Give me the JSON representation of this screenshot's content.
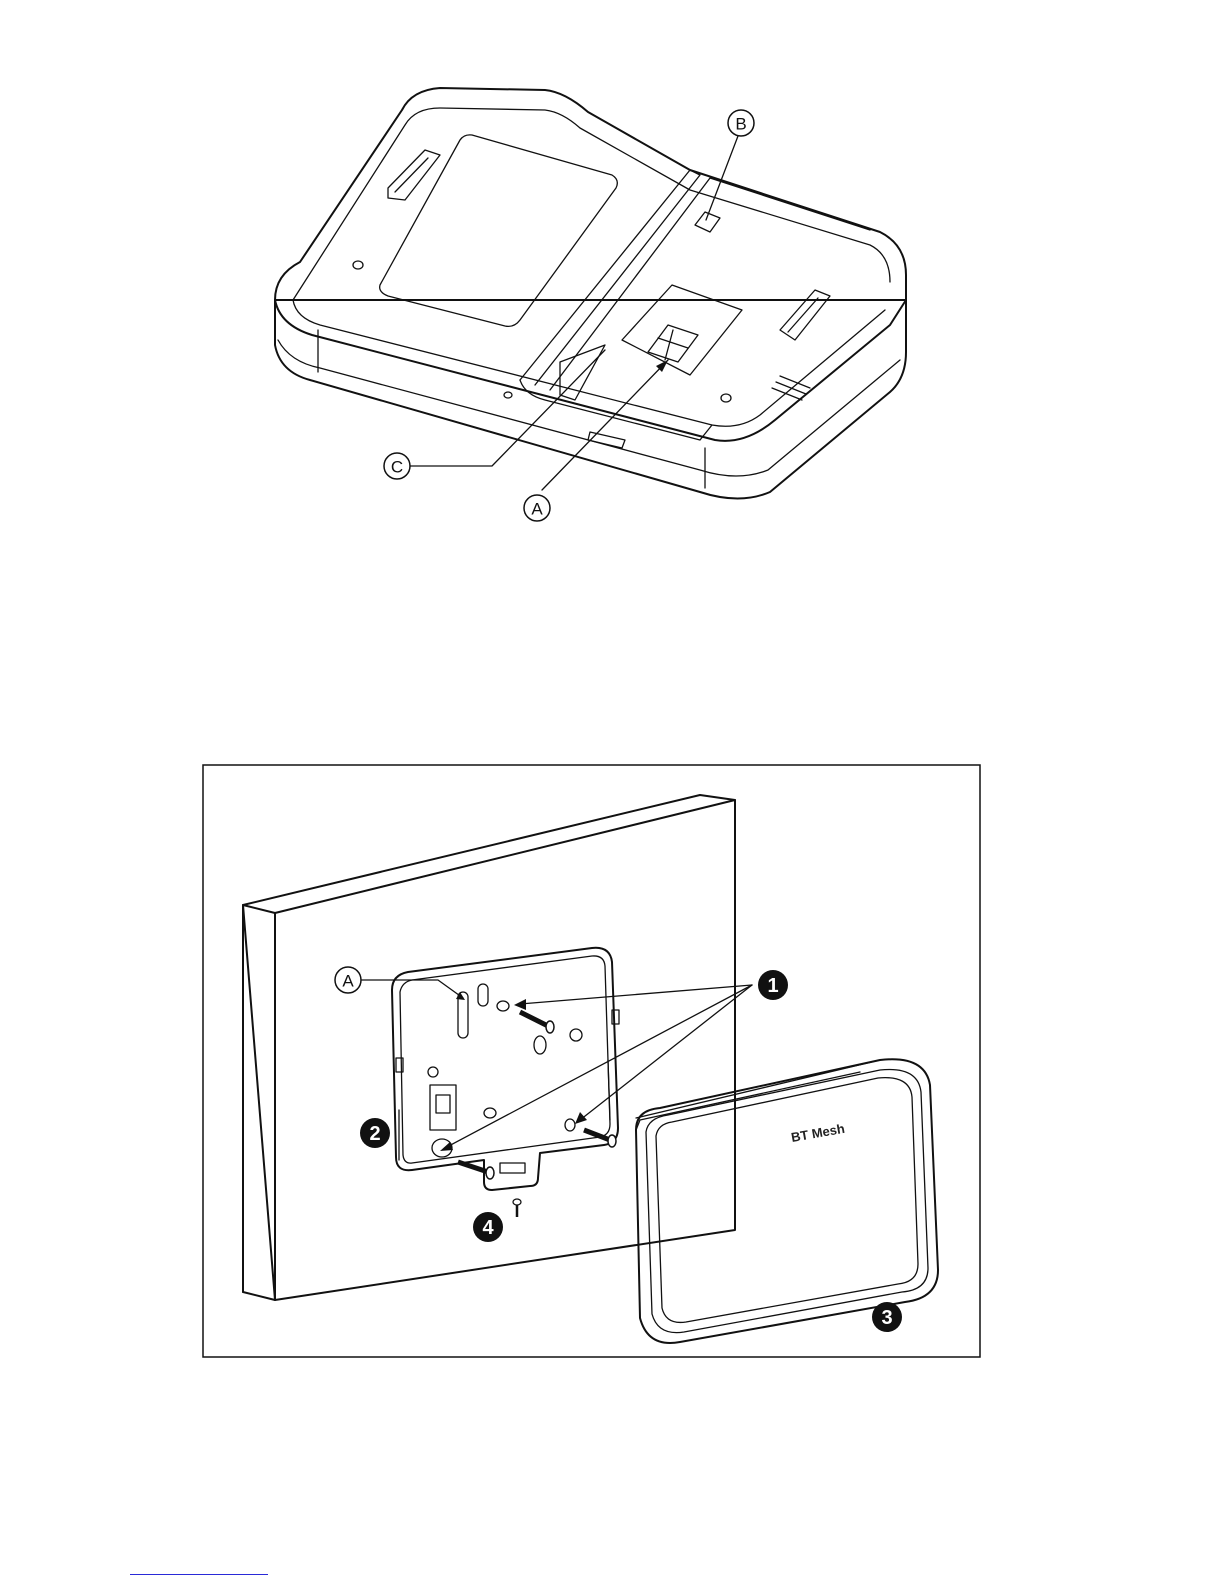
{
  "figure_top": {
    "callouts": {
      "a": "A",
      "b": "B",
      "c": "C"
    }
  },
  "figure_bottom": {
    "callouts": {
      "a": "A"
    },
    "step_numbers": [
      "1",
      "2",
      "3",
      "4"
    ],
    "device_logo": "BT Mesh"
  }
}
